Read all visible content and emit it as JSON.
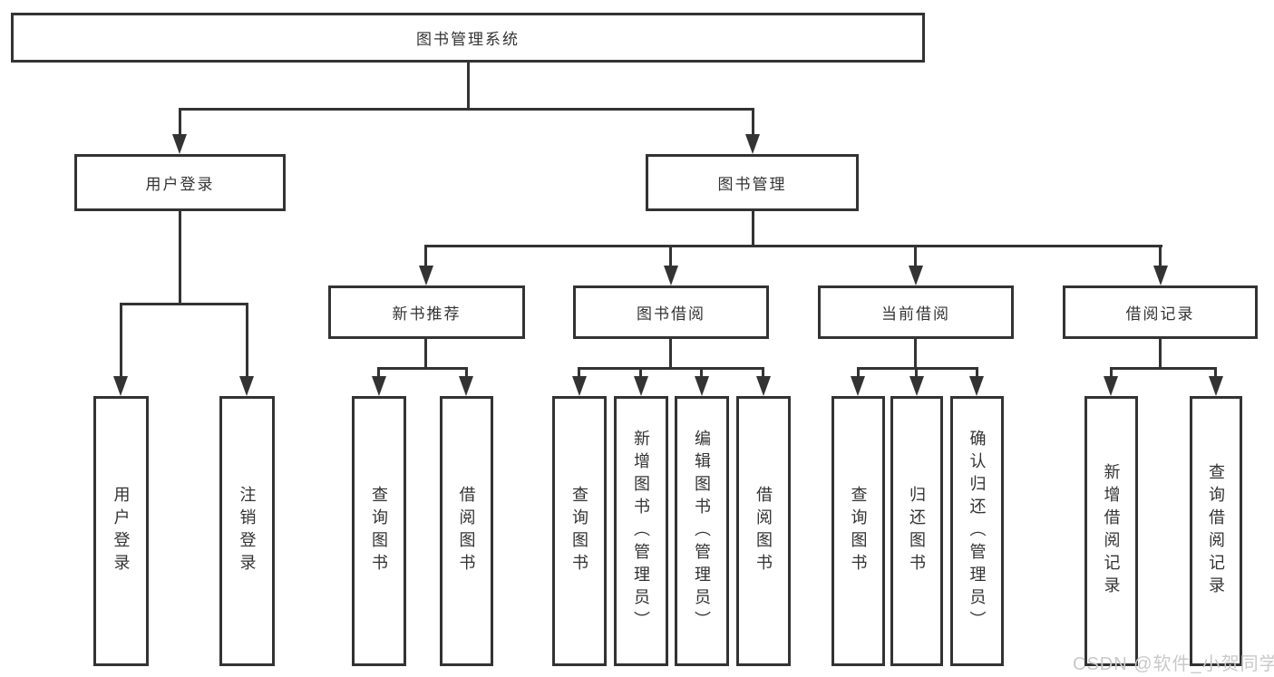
{
  "diagram": {
    "root": {
      "label": "图书管理系统"
    },
    "branches": {
      "user_login": {
        "label": "用户登录"
      },
      "book_mgmt": {
        "label": "图书管理"
      }
    },
    "modules": {
      "new_book": {
        "label": "新书推荐"
      },
      "book_borrow": {
        "label": "图书借阅"
      },
      "current_borrow": {
        "label": "当前借阅"
      },
      "borrow_record": {
        "label": "借阅记录"
      }
    },
    "leaves": {
      "user_login": [
        "用户登录",
        "注销登录"
      ],
      "new_book": [
        "查询图书",
        "借阅图书"
      ],
      "book_borrow": [
        "查询图书",
        "新增图书（管理员）",
        "编辑图书（管理员）",
        "借阅图书"
      ],
      "current_borrow": [
        "查询图书",
        "归还图书",
        "确认归还（管理员）"
      ],
      "borrow_record": [
        "新增借阅记录",
        "查询借阅记录"
      ]
    },
    "watermark": "CSDN @软件_小贺同学",
    "colors": {
      "line": "#333333",
      "text": "#333333",
      "watermark": "#c9c9c9",
      "background": "#ffffff"
    }
  }
}
